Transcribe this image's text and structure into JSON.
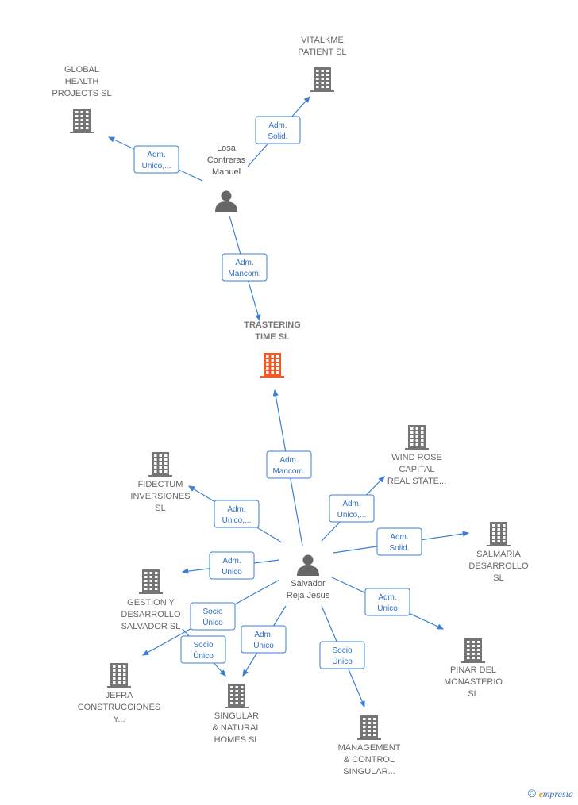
{
  "colors": {
    "edge": "#3a7fd5",
    "building": "#757575",
    "building_main": "#f05a28",
    "person": "#666666"
  },
  "nodes": [
    {
      "id": "trastering",
      "kind": "company-main",
      "lines": [
        "TRASTERING",
        "TIME  SL"
      ]
    },
    {
      "id": "losa",
      "kind": "person",
      "lines": [
        "Losa",
        "Contreras",
        "Manuel"
      ]
    },
    {
      "id": "salvador",
      "kind": "person",
      "lines": [
        "Salvador",
        "Reja Jesus"
      ]
    },
    {
      "id": "global",
      "kind": "company",
      "lines": [
        "GLOBAL",
        "HEALTH",
        "PROJECTS  SL"
      ]
    },
    {
      "id": "vitalkme",
      "kind": "company",
      "lines": [
        "VITALKME",
        "PATIENT SL"
      ]
    },
    {
      "id": "windrose",
      "kind": "company",
      "lines": [
        "WIND ROSE",
        "CAPITAL",
        "REAL STATE..."
      ]
    },
    {
      "id": "fidectum",
      "kind": "company",
      "lines": [
        "FIDECTUM",
        "INVERSIONES",
        "SL"
      ]
    },
    {
      "id": "salmaria",
      "kind": "company",
      "lines": [
        "SALMARIA",
        "DESARROLLO",
        "SL"
      ]
    },
    {
      "id": "gestion",
      "kind": "company",
      "lines": [
        "GESTION Y",
        "DESARROLLO",
        "SALVADOR  SL"
      ]
    },
    {
      "id": "pinar",
      "kind": "company",
      "lines": [
        "PINAR DEL",
        "MONASTERIO",
        "SL"
      ]
    },
    {
      "id": "jefra",
      "kind": "company",
      "lines": [
        "JEFRA",
        "CONSTRUCCIONES",
        "Y..."
      ]
    },
    {
      "id": "singular",
      "kind": "company",
      "lines": [
        "SINGULAR",
        "& NATURAL",
        "HOMES  SL"
      ]
    },
    {
      "id": "management",
      "kind": "company",
      "lines": [
        "MANAGEMENT",
        "& CONTROL",
        "SINGULAR..."
      ]
    }
  ],
  "edges": [
    {
      "from": "losa",
      "to": "global",
      "label": [
        "Adm.",
        "Unico,..."
      ]
    },
    {
      "from": "losa",
      "to": "vitalkme",
      "label": [
        "Adm.",
        "Solid."
      ]
    },
    {
      "from": "losa",
      "to": "trastering",
      "label": [
        "Adm.",
        "Mancom."
      ]
    },
    {
      "from": "salvador",
      "to": "trastering",
      "label": [
        "Adm.",
        "Mancom."
      ]
    },
    {
      "from": "salvador",
      "to": "fidectum",
      "label": [
        "Adm.",
        "Unico,..."
      ]
    },
    {
      "from": "salvador",
      "to": "windrose",
      "label": [
        "Adm.",
        "Unico,..."
      ]
    },
    {
      "from": "salvador",
      "to": "salmaria",
      "label": [
        "Adm.",
        "Solid."
      ]
    },
    {
      "from": "salvador",
      "to": "gestion",
      "label": [
        "Adm.",
        "Unico"
      ]
    },
    {
      "from": "salvador",
      "to": "pinar",
      "label": [
        "Adm.",
        "Unico"
      ]
    },
    {
      "from": "salvador",
      "to": "jefra",
      "label": [
        "Socio",
        "Único"
      ]
    },
    {
      "from": "salvador",
      "to": "singular",
      "label": [
        "Socio",
        "Único"
      ]
    },
    {
      "from": "salvador",
      "to": "singular",
      "label": [
        "Adm.",
        "Unico"
      ]
    },
    {
      "from": "salvador",
      "to": "management",
      "label": [
        "Socio",
        "Único"
      ]
    }
  ],
  "footer": {
    "copyright_symbol": "©",
    "brand_initial": "e",
    "brand_rest": "mpresia"
  }
}
